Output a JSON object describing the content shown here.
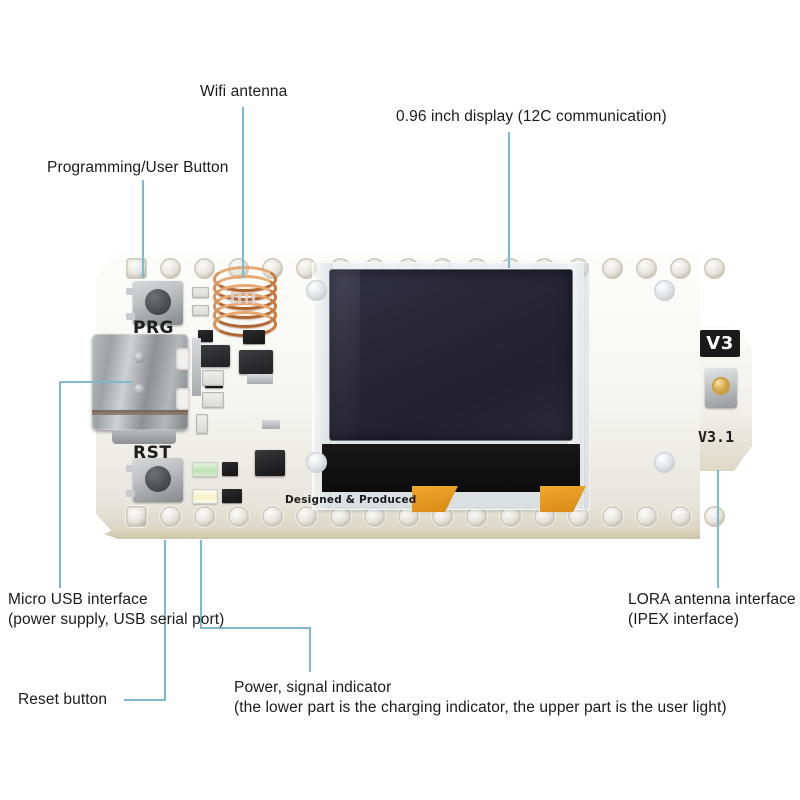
{
  "diagram": {
    "subject": "LoRa ESP32 development board annotated photo",
    "leader_color": "#7fb8cf",
    "text_color": "#1b1b1b"
  },
  "annotations": [
    {
      "id": "wifi-antenna",
      "label": "Wifi antenna",
      "lines": [
        "Wifi antenna"
      ]
    },
    {
      "id": "display",
      "label": "0.96 inch display (12C communication)",
      "lines": [
        "0.96 inch display (12C communication)"
      ]
    },
    {
      "id": "prog-button",
      "label": "Programming/User Button",
      "lines": [
        "Programming/User Button"
      ]
    },
    {
      "id": "micro-usb",
      "label": "Micro USB interface (power supply, USB serial port)",
      "lines": [
        "Micro USB interface",
        "(power supply, USB serial port)"
      ]
    },
    {
      "id": "reset-button",
      "label": "Reset button",
      "lines": [
        "Reset button"
      ]
    },
    {
      "id": "power-indicator",
      "label": "Power, signal indicator",
      "lines": [
        "Power, signal indicator",
        "(the lower part is the charging indicator, the upper part is the user light)"
      ]
    },
    {
      "id": "lora-antenna",
      "label": "LORA antenna interface (IPEX interface)",
      "lines": [
        "LORA antenna interface",
        "(IPEX interface)"
      ]
    }
  ],
  "board": {
    "pcb_color": "#f4f4f0",
    "edge_color": "#d8d2bd",
    "silkscreen": {
      "prg": "PRG",
      "rst": "RST",
      "designed": "Designed & Produced",
      "version_badge": "V3",
      "version_text": "V3.1"
    },
    "display": {
      "screen_color": "#2a2838",
      "bezel_color": "#111111"
    },
    "coil": {
      "color": "#c8793f",
      "turns": 6
    },
    "connector": {
      "usb_c_color": "#9ea2a5",
      "ipex_color": "#d8ac4e"
    },
    "headers": {
      "top_holes": 18,
      "bottom_holes": 18
    },
    "leds": [
      {
        "name": "user-light-led",
        "color": "#bfe3b4"
      },
      {
        "name": "charging-indicator-led",
        "color": "#f7f2c9"
      }
    ]
  }
}
